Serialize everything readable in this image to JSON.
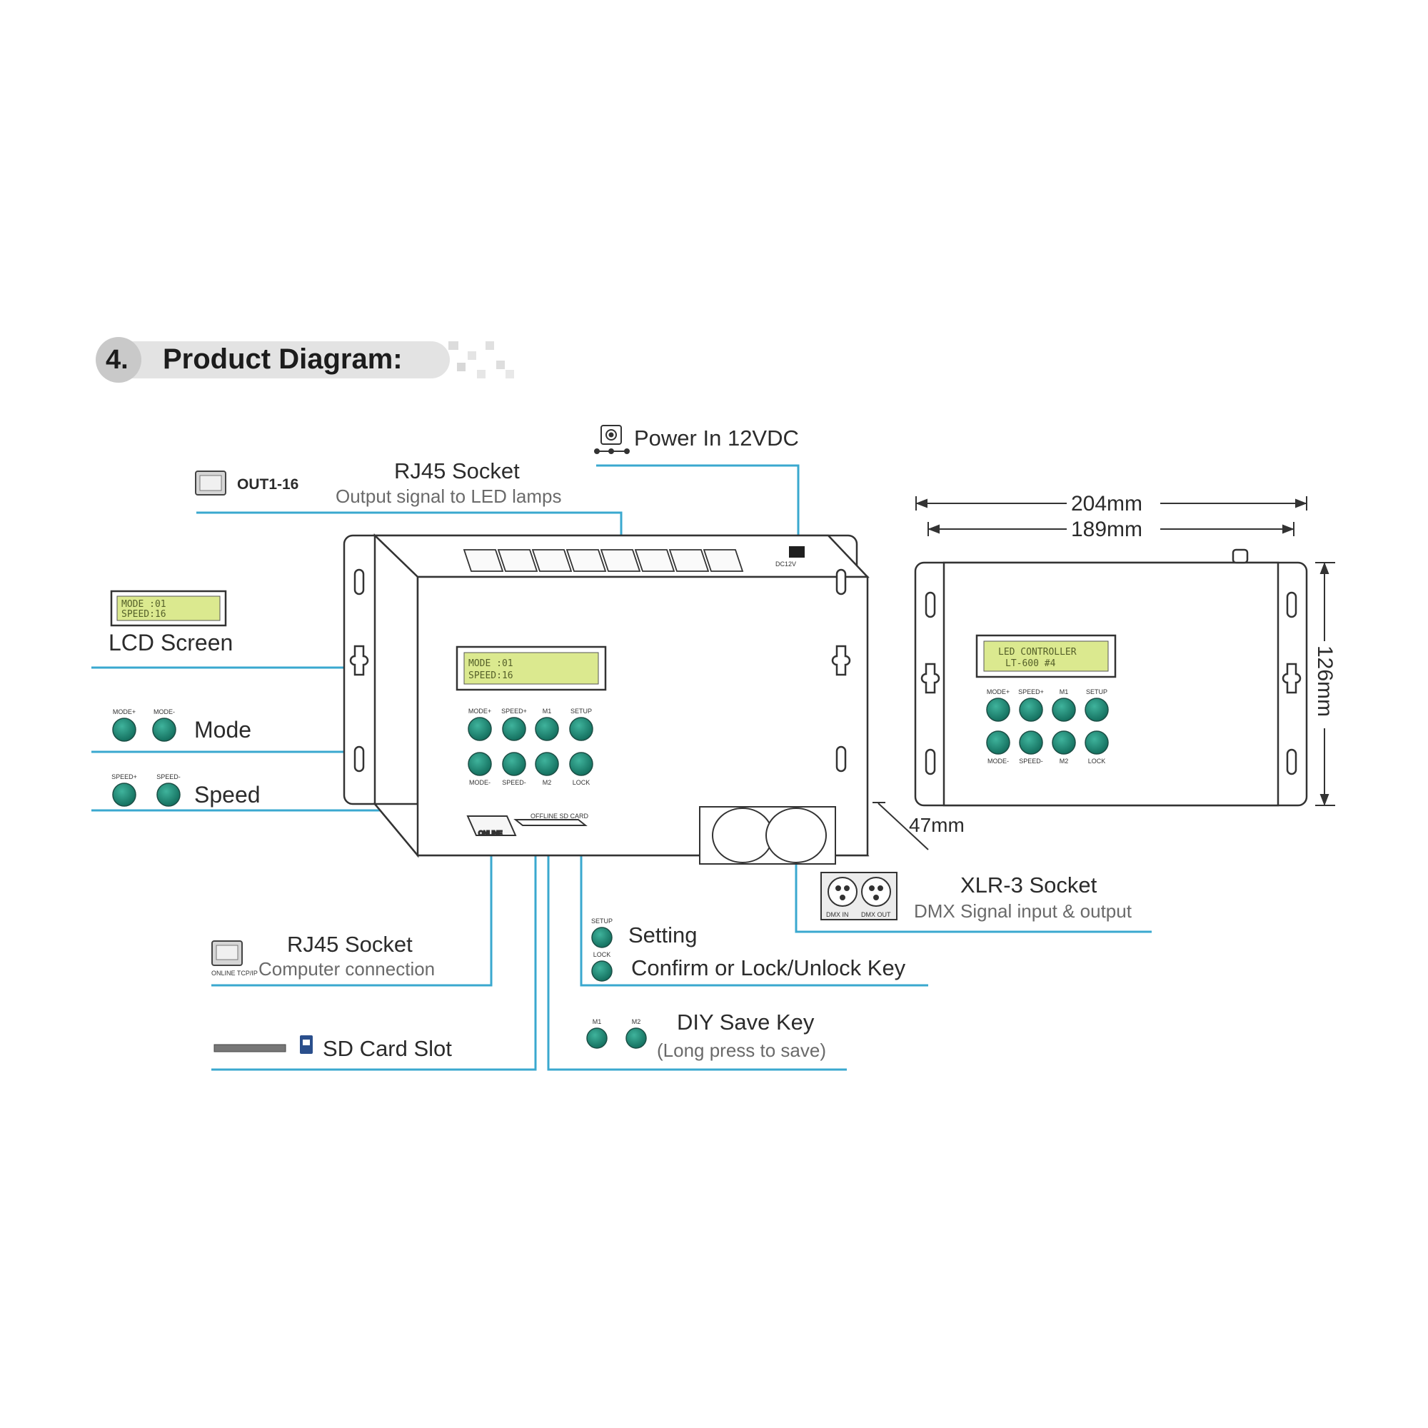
{
  "header": {
    "number": "4.",
    "title": "Product Diagram:"
  },
  "colors": {
    "line": "#3aa8cf",
    "button": "#1e8c7a",
    "lcd": "#dbe98f",
    "outline": "#333333"
  },
  "labels": {
    "power_in": "Power In 12VDC",
    "rj45_out_title": "RJ45 Socket",
    "rj45_out_sub": "Output signal to LED lamps",
    "out_ports": "OUT1-16",
    "lcd_screen": "LCD Screen",
    "mode": "Mode",
    "speed": "Speed",
    "xlr_title": "XLR-3 Socket",
    "xlr_sub": "DMX Signal input & output",
    "setting": "Setting",
    "confirm": "Confirm or Lock/Unlock Key",
    "rj45_pc_title": "RJ45 Socket",
    "rj45_pc_sub": "Computer connection",
    "diy_title": "DIY Save Key",
    "diy_sub": "(Long press to save)",
    "sd_card": "SD Card Slot"
  },
  "dimensions": {
    "width_outer": "204mm",
    "width_inner": "189mm",
    "height": "126mm",
    "depth": "47mm"
  },
  "lcd": {
    "main_line1": "MODE :01",
    "main_line2": "SPEED:16",
    "legend_line1": "MODE :01",
    "legend_line2": "SPEED:16",
    "side_line1": "LED CONTROLLER",
    "side_line2": "LT-600 #4"
  },
  "button_labels": {
    "top": [
      "MODE+",
      "SPEED+",
      "M1",
      "SETUP"
    ],
    "bottom": [
      "MODE-",
      "SPEED-",
      "M2",
      "LOCK"
    ],
    "mode_pair": [
      "MODE+",
      "MODE-"
    ],
    "speed_pair": [
      "SPEED+",
      "SPEED-"
    ],
    "setup": "SETUP",
    "lock": "LOCK",
    "diy_pair": [
      "M1",
      "M2"
    ]
  },
  "port_labels": {
    "dc": "DC12V",
    "net": "ONLINE",
    "sd": "OFFLINE SD CARD",
    "xlr_in": "DMX IN",
    "xlr_out": "DMX OUT",
    "pc_icon": "ONLINE TCP/IP"
  }
}
